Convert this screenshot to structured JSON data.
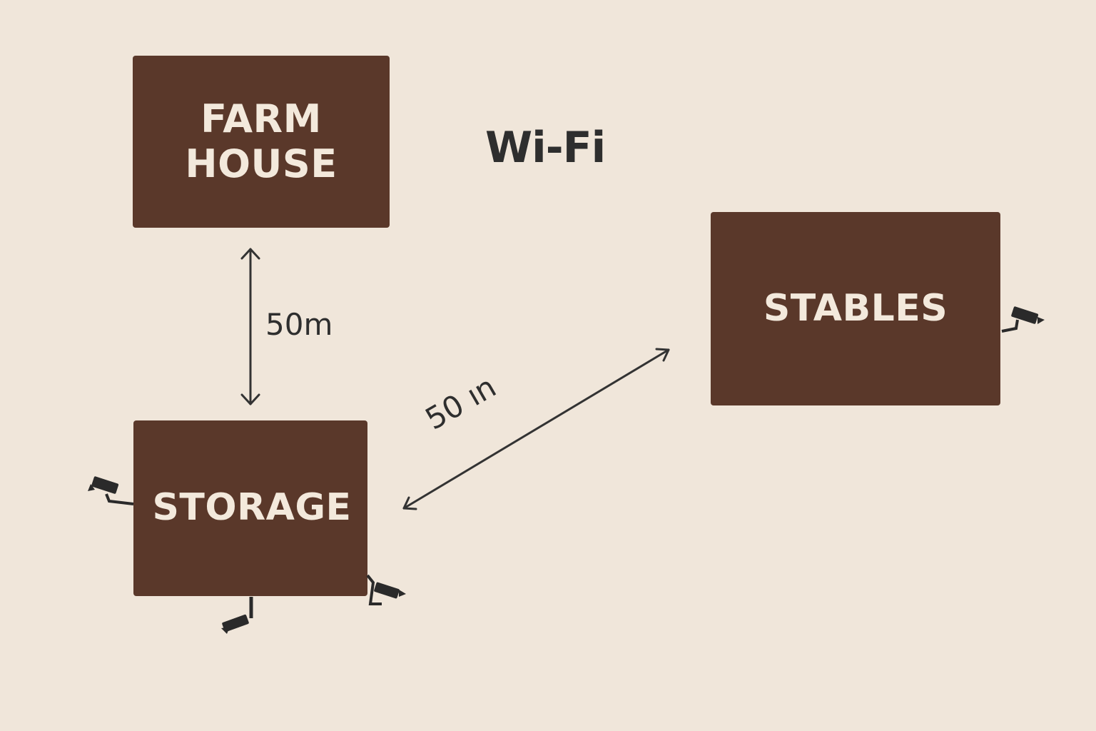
{
  "buildings": {
    "farmhouse": {
      "line1": "FARM",
      "line2": "HOUSE"
    },
    "stables": {
      "label": "STABLES"
    },
    "storage": {
      "label": "STORAGE"
    }
  },
  "network_label": "Wi-Fi",
  "distances": {
    "farmhouse_storage": "50m",
    "storage_stables": "50 ın"
  },
  "colors": {
    "background": "#f0e6da",
    "building_fill": "#5a382a",
    "building_text": "#f3e9dc",
    "ink": "#2e2e2e"
  },
  "icons": [
    "security-camera-icon"
  ]
}
